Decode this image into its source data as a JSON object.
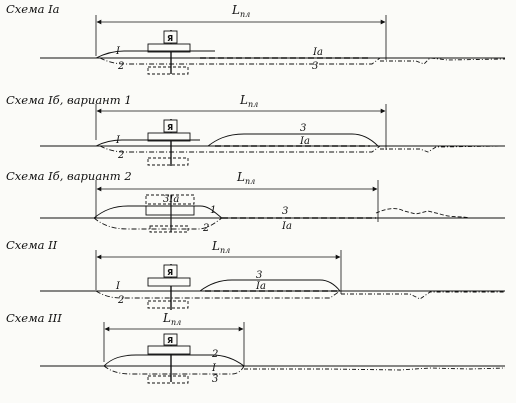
{
  "dimension_label": {
    "main": "L",
    "subscript": "пл"
  },
  "platform_mark": "Я",
  "schemes": [
    {
      "caption": "Схема Iа",
      "labels": {
        "l1": "I",
        "l2": "2",
        "l3": "3",
        "lIa": "Iа"
      }
    },
    {
      "caption": "Схема Iб, вариант 1",
      "labels": {
        "l1": "I",
        "l2": "2",
        "l3": "3",
        "lIa": "Iа"
      }
    },
    {
      "caption": "Схема Iб, вариант 2",
      "labels": {
        "l1": "1",
        "l2": "2",
        "l3": "3",
        "lIa": "Iа",
        "l3a": "3Iа"
      }
    },
    {
      "caption": "Схема II",
      "labels": {
        "l1": "I",
        "l2": "2",
        "l3": "3",
        "lIa": "Iа"
      }
    },
    {
      "caption": "Схема III",
      "labels": {
        "l1": "I",
        "l2": "2",
        "l3": "3"
      }
    }
  ]
}
